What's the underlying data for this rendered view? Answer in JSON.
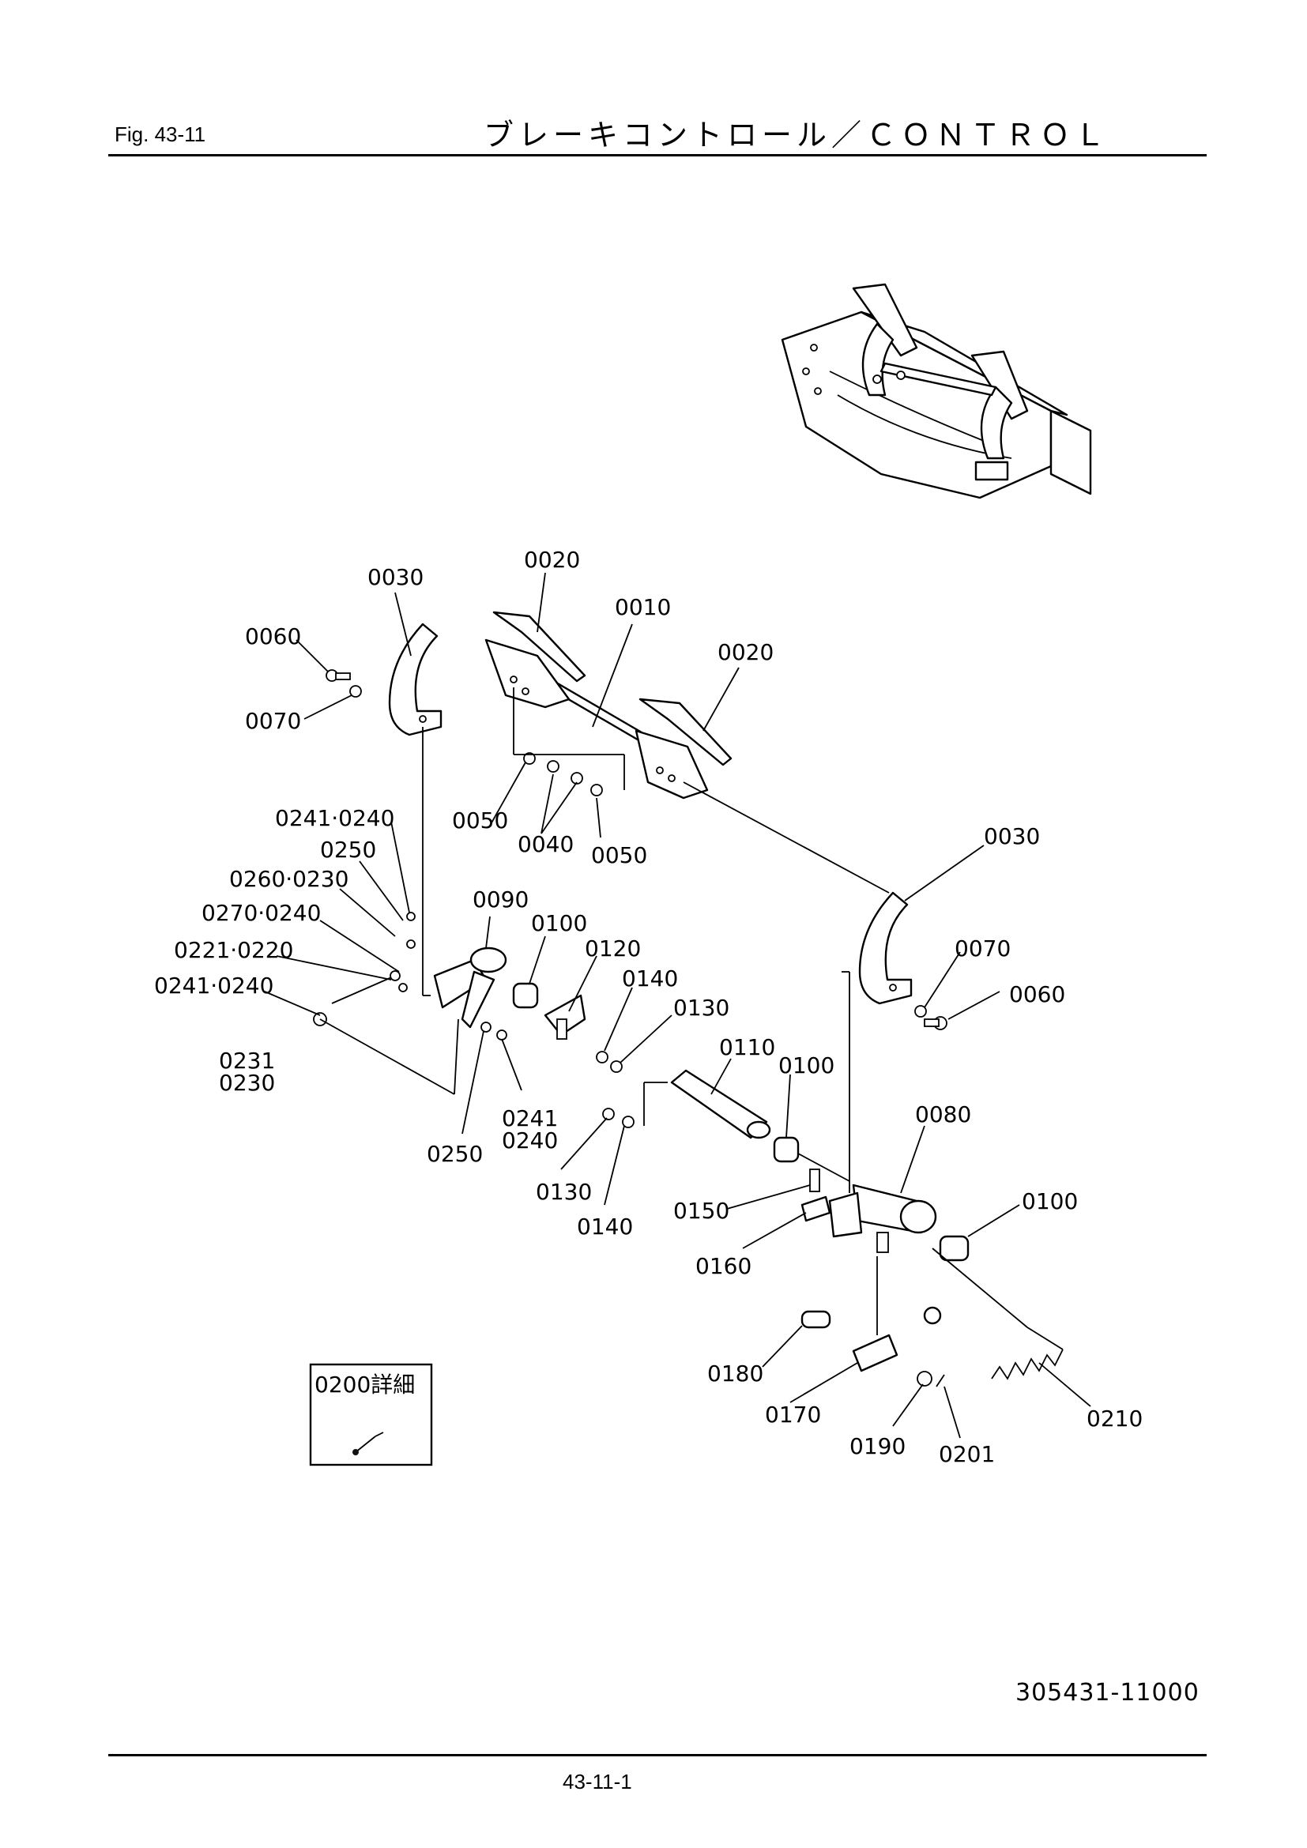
{
  "header": {
    "fig_label": "Fig.  43-11",
    "title": "ブレーキコントロール／ＣＯＮＴＲＯＬ"
  },
  "footer": {
    "doc_number": "305431-11000",
    "page_number": "43-11-1"
  },
  "detail_box": {
    "label": "0200詳細"
  },
  "callouts": {
    "c0030a": "0030",
    "c0020a": "0020",
    "c0010": "0010",
    "c0020b": "0020",
    "c0060a": "0060",
    "c0070a": "0070",
    "c0241_0240a": "0241·0240",
    "c0250a": "0250",
    "c0260_0230": "0260·0230",
    "c0270_0240": "0270·0240",
    "c0221_0220": "0221·0220",
    "c0241_0240b": "0241·0240",
    "c0231": "0231",
    "c0230": "0230",
    "c0050a": "0050",
    "c0040": "0040",
    "c0050b": "0050",
    "c0030b": "0030",
    "c0070b": "0070",
    "c0060b": "0060",
    "c0090": "0090",
    "c0100a": "0100",
    "c0120": "0120",
    "c0140a": "0140",
    "c0130a": "0130",
    "c0110": "0110",
    "c0100b": "0100",
    "c0080": "0080",
    "c0100c": "0100",
    "c0241": "0241",
    "c0240": "0240",
    "c0250b": "0250",
    "c0130b": "0130",
    "c0140b": "0140",
    "c0150": "0150",
    "c0160": "0160",
    "c0180": "0180",
    "c0170": "0170",
    "c0190": "0190",
    "c0201": "0201",
    "c0210": "0210"
  }
}
